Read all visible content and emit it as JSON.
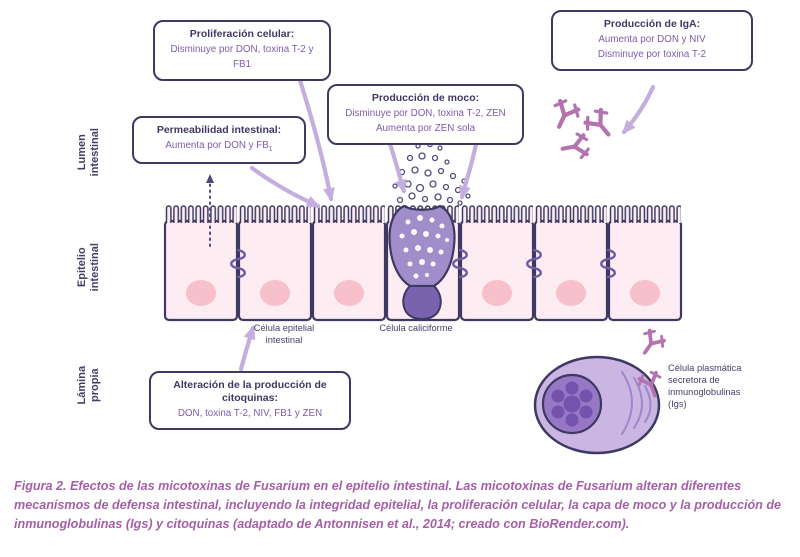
{
  "axis_labels": {
    "lumen": "Lumen\nintestinal",
    "epitelio": "Epitelio\nintestinal",
    "lamina": "Lámina\npropia"
  },
  "callouts": {
    "proliferacion": {
      "title": "Proliferación celular:",
      "body": "Disminuye por DON, toxina T-2 y FB1"
    },
    "moco": {
      "title": "Producción de moco:",
      "line1": "Disminuye por DON, toxina T-2, ZEN",
      "line2": "Aumenta por ZEN sola"
    },
    "iga": {
      "title": "Producción de IgA:",
      "line1": "Aumenta por DON y NIV",
      "line2": "Disminuye por toxina T-2"
    },
    "permeabilidad": {
      "title": "Permeabilidad intestinal:",
      "body_main": "Aumenta por DON y FB",
      "body_sub": "1"
    },
    "citoquinas": {
      "title": "Alteración de la producción de citoquinas:",
      "body": "DON, toxina T-2, NIV, FB1 y ZEN"
    }
  },
  "cell_labels": {
    "epitelial": "Célula epitelial\nintestinal",
    "caliciforme": "Célula caliciforme",
    "plasmatica": "Célula plasmática\nsecretora de\ninmunoglobulinas\n(Igs)"
  },
  "figure": {
    "caption_label": "Figura 2.",
    "caption_text": " Efectos de las micotoxinas de Fusarium en el epitelio intestinal. Las micotoxinas de Fusarium alteran diferentes mecanismos de defensa intestinal, incluyendo la integridad epitelial, la proliferación celular, la capa de moco y la producción de inmunoglobulinas (Igs) y citoquinas (adaptado de Antonnisen et al., 2014; creado con BioRender.com)."
  },
  "colors": {
    "outline": "#3e3963",
    "callout_title": "#3e3963",
    "callout_body": "#7e5cab",
    "caption": "#a55fa8",
    "cell_fill": "#fdecf1",
    "nucleus_fill": "#f7c0cb",
    "goblet_fill": "#a08dca",
    "goblet_base_fill": "#7a63ae",
    "tight_junction": "#6f5ca8",
    "arrow": "#c4addf",
    "dotted_arrow": "#514a78",
    "antibody": "#b273ae",
    "plasma_body": "#cbb6e3",
    "plasma_nucleus": "#9678c4",
    "plasma_nucleolus": "#7353ad"
  }
}
